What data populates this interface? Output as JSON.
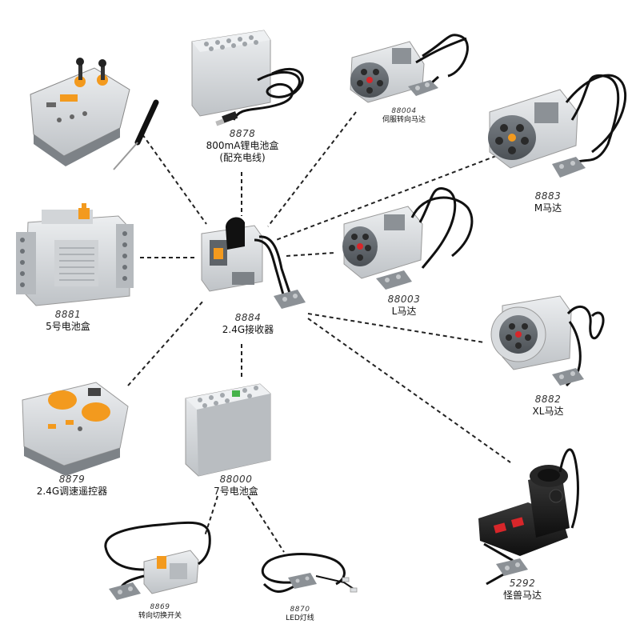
{
  "components": [
    {
      "id": "remote-simple",
      "code": "",
      "name": ""
    },
    {
      "id": "battery-li-8878",
      "code": "8878",
      "name": "800mA锂电池盒",
      "name2": "(配充电线)"
    },
    {
      "id": "servo-88004",
      "code": "88004",
      "name": "伺服转向马达"
    },
    {
      "id": "m-motor-8883",
      "code": "8883",
      "name": "M马达"
    },
    {
      "id": "battery-aa-8881",
      "code": "8881",
      "name": "5号电池盒"
    },
    {
      "id": "receiver-8884",
      "code": "8884",
      "name": "2.4G接收器"
    },
    {
      "id": "l-motor-88003",
      "code": "88003",
      "name": "L马达"
    },
    {
      "id": "xl-motor-8882",
      "code": "8882",
      "name": "XL马达"
    },
    {
      "id": "speed-remote-8879",
      "code": "8879",
      "name": "2.4G调速遥控器"
    },
    {
      "id": "battery-aaa-88000",
      "code": "88000",
      "name": "7号电池盒"
    },
    {
      "id": "switch-8869",
      "code": "8869",
      "name": "转向切换开关"
    },
    {
      "id": "led-8870",
      "code": "8870",
      "name": "LED灯线"
    },
    {
      "id": "buggy-motor-5292",
      "code": "5292",
      "name": "怪兽马达"
    }
  ],
  "colors": {
    "line": "#222222",
    "light-gray": "#d9dbdd",
    "mid-gray": "#9ea3a8",
    "dark-gray": "#5c6166",
    "orange": "#f39a1e",
    "black": "#151515",
    "red": "#d8262a"
  }
}
